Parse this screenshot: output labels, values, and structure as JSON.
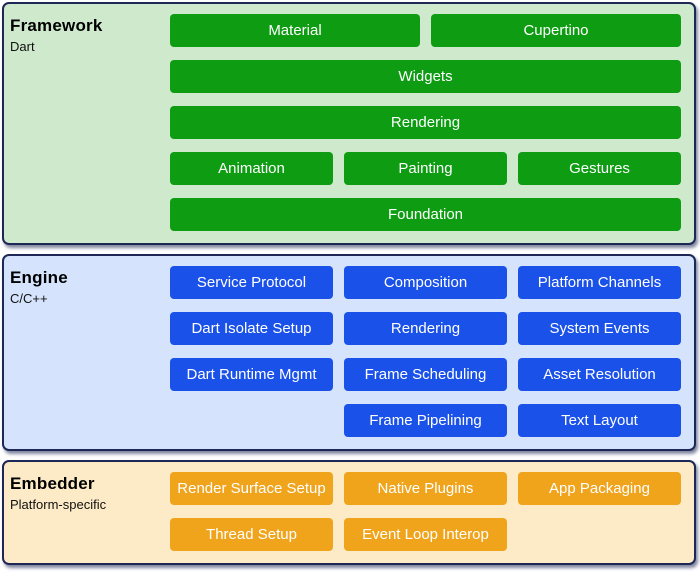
{
  "colors": {
    "framework_bg": "#cfe9cd",
    "framework_box": "#0d9c12",
    "engine_bg": "#d5e4fc",
    "engine_box": "#1a51e8",
    "embedder_bg": "#fdebc7",
    "embedder_box": "#f0a41c",
    "section_border": "#1d2857",
    "box_text": "#ffffff"
  },
  "framework": {
    "title": "Framework",
    "subtitle": "Dart",
    "boxes": {
      "material": "Material",
      "cupertino": "Cupertino",
      "widgets": "Widgets",
      "rendering": "Rendering",
      "animation": "Animation",
      "painting": "Painting",
      "gestures": "Gestures",
      "foundation": "Foundation"
    }
  },
  "engine": {
    "title": "Engine",
    "subtitle": "C/C++",
    "boxes": {
      "service_protocol": "Service Protocol",
      "composition": "Composition",
      "platform_channels": "Platform Channels",
      "dart_isolate_setup": "Dart Isolate Setup",
      "rendering": "Rendering",
      "system_events": "System Events",
      "dart_runtime_mgmt": "Dart Runtime Mgmt",
      "frame_scheduling": "Frame Scheduling",
      "asset_resolution": "Asset Resolution",
      "frame_pipelining": "Frame Pipelining",
      "text_layout": "Text Layout"
    }
  },
  "embedder": {
    "title": "Embedder",
    "subtitle": "Platform-specific",
    "boxes": {
      "render_surface_setup": "Render Surface Setup",
      "native_plugins": "Native Plugins",
      "app_packaging": "App Packaging",
      "thread_setup": "Thread Setup",
      "event_loop_interop": "Event Loop Interop"
    }
  }
}
